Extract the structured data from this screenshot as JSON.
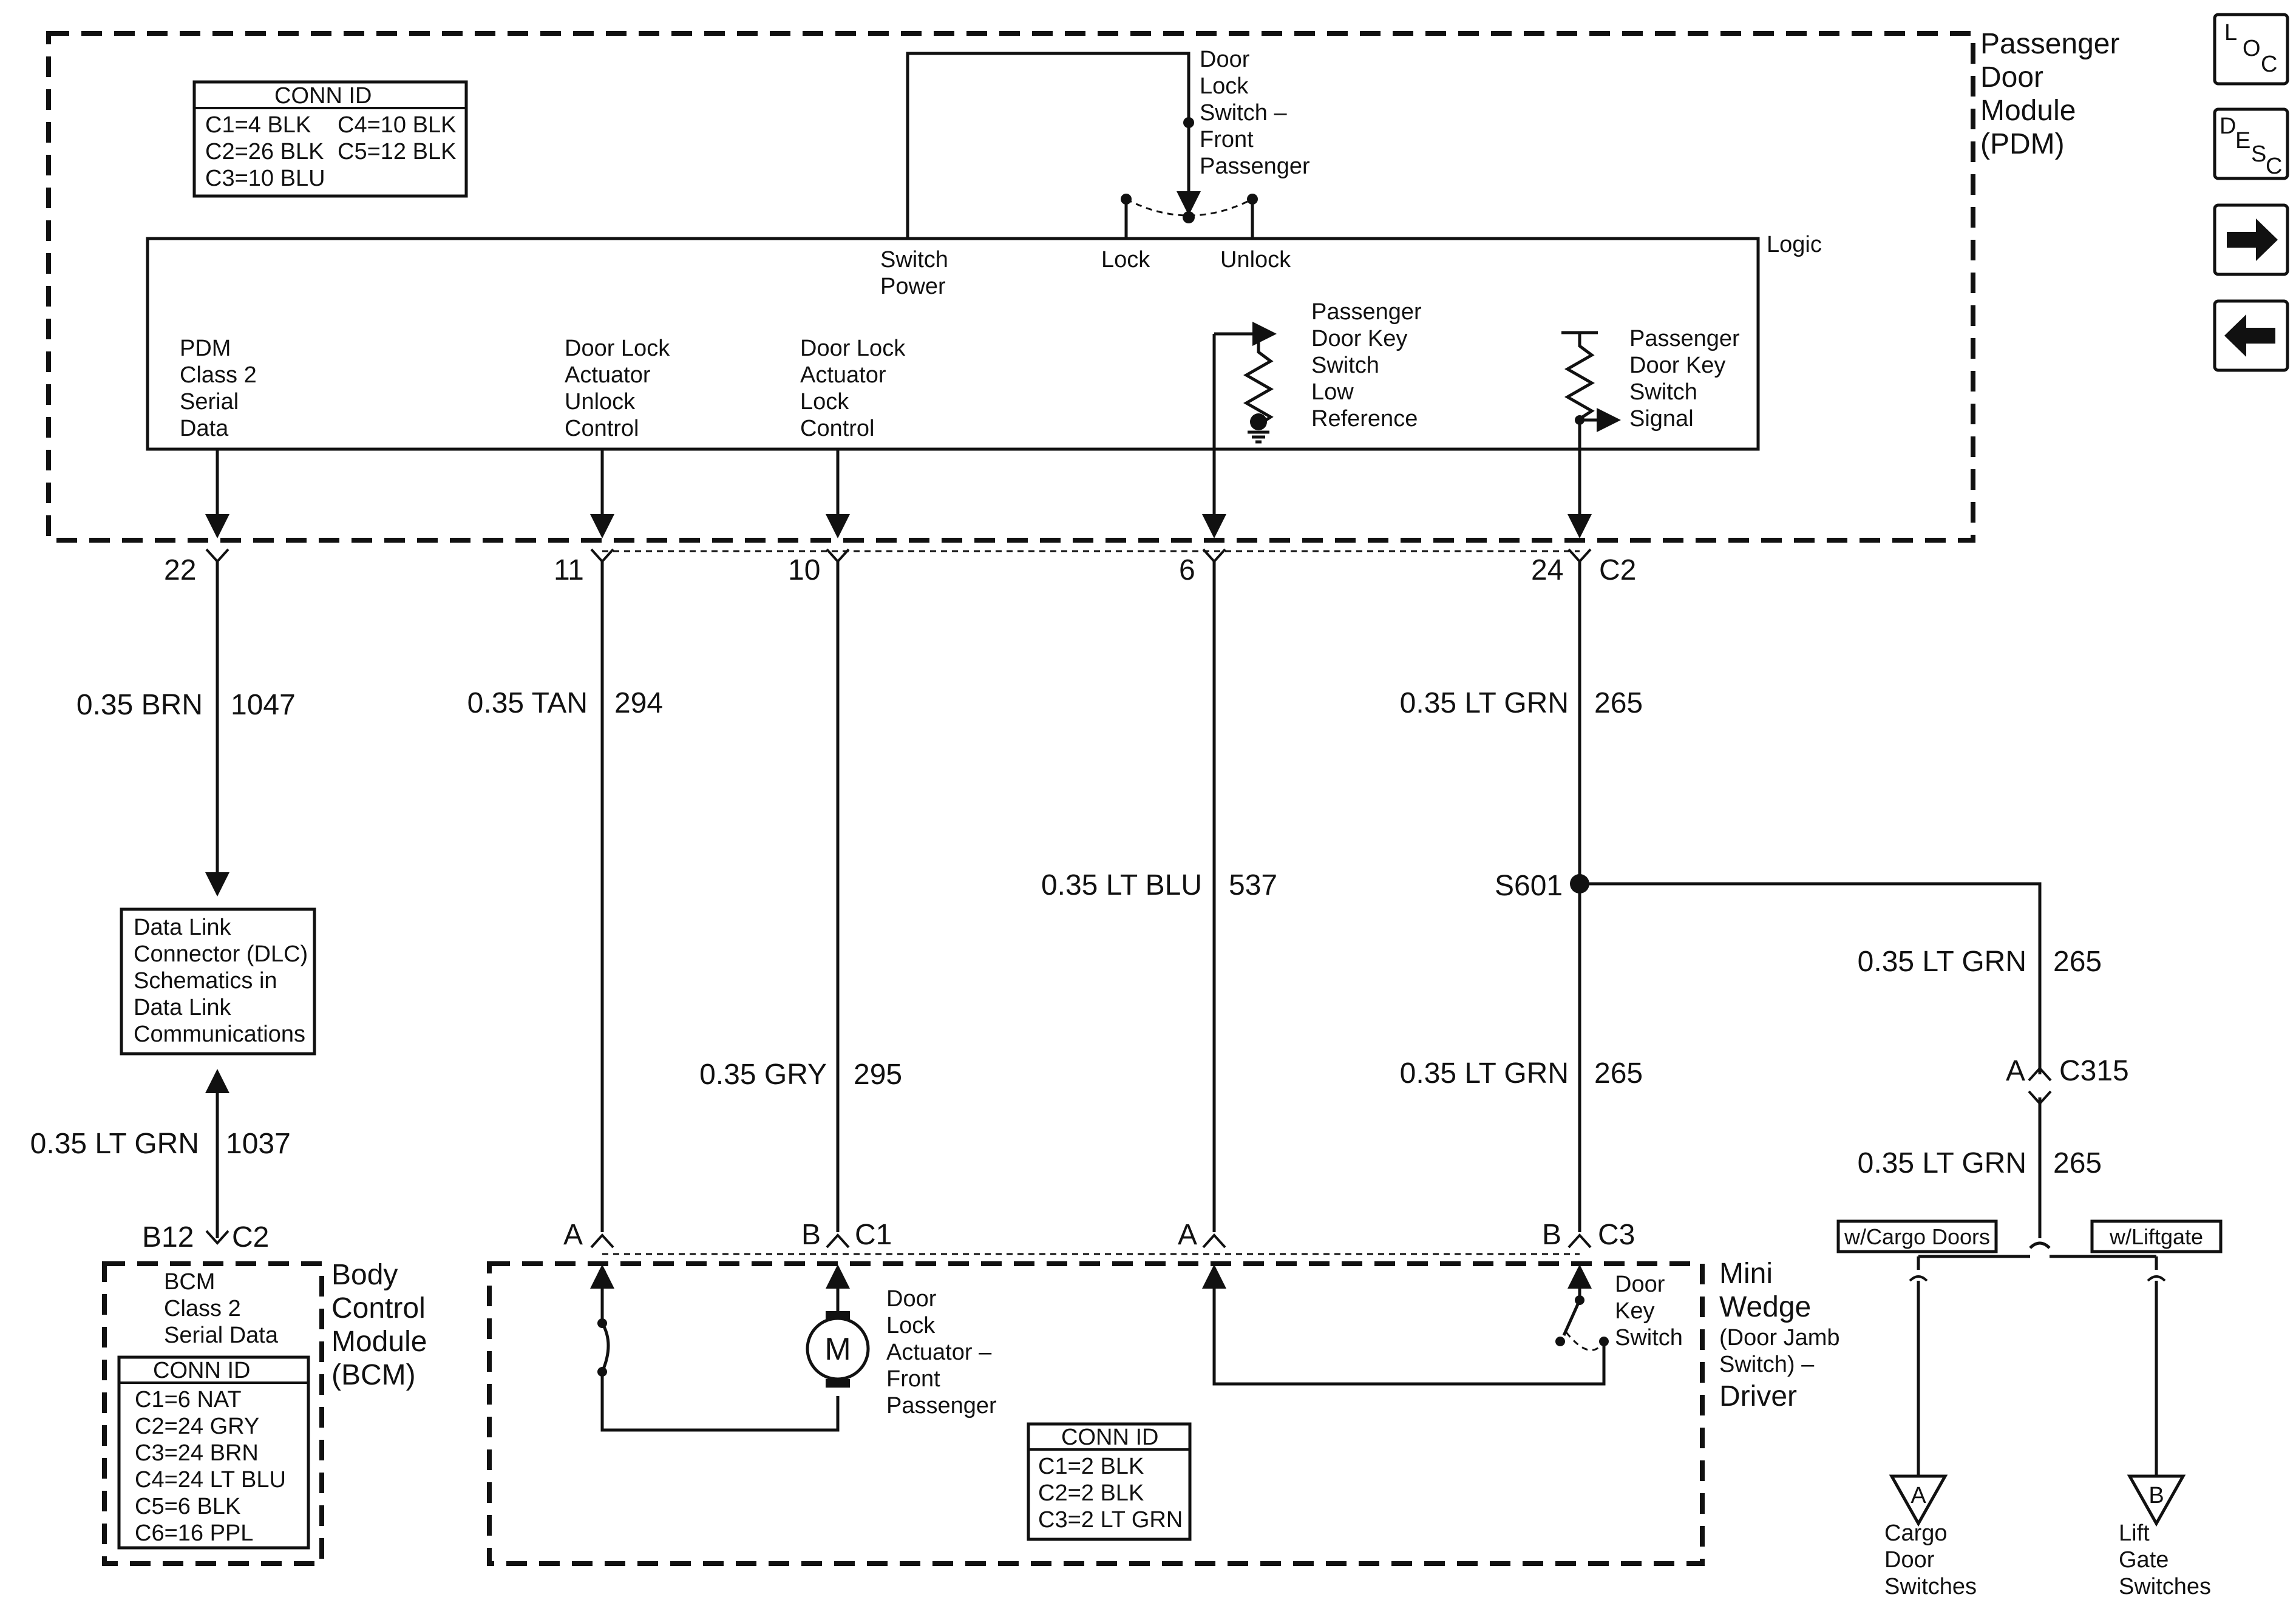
{
  "pdm": {
    "title": [
      "Passenger",
      "Door",
      "Module",
      "(PDM)"
    ],
    "conn_id": {
      "title": "CONN ID",
      "rows": [
        [
          "C1=4 BLK",
          "C4=10 BLK"
        ],
        [
          "C2=26 BLK",
          "C5=12 BLK"
        ],
        [
          "C3=10 BLU",
          ""
        ]
      ]
    },
    "logic": "Logic",
    "door_lock_switch": [
      "Door",
      "Lock",
      "Switch –",
      "Front",
      "Passenger"
    ],
    "switch_power": [
      "Switch",
      "Power"
    ],
    "lock": "Lock",
    "unlock": "Unlock",
    "pins": {
      "serial_data": [
        "PDM",
        "Class 2",
        "Serial",
        "Data"
      ],
      "unlock_control": [
        "Door Lock",
        "Actuator",
        "Unlock",
        "Control"
      ],
      "lock_control": [
        "Door Lock",
        "Actuator",
        "Lock",
        "Control"
      ],
      "key_low_ref": [
        "Passenger",
        "Door Key",
        "Switch",
        "Low",
        "Reference"
      ],
      "key_signal": [
        "Passenger",
        "Door Key",
        "Switch",
        "Signal"
      ]
    }
  },
  "connector_c2": {
    "pins": [
      "22",
      "11",
      "10",
      "6",
      "24"
    ],
    "label": "C2"
  },
  "wires": {
    "w1047": {
      "gauge_color": "0.35 BRN",
      "circuit": "1047"
    },
    "w294": {
      "gauge_color": "0.35 TAN",
      "circuit": "294"
    },
    "w295": {
      "gauge_color": "0.35 GRY",
      "circuit": "295"
    },
    "w537": {
      "gauge_color": "0.35 LT BLU",
      "circuit": "537"
    },
    "w265_top": {
      "gauge_color": "0.35 LT GRN",
      "circuit": "265"
    },
    "w265_mid": {
      "gauge_color": "0.35 LT GRN",
      "circuit": "265"
    },
    "w265_right": {
      "gauge_color": "0.35 LT GRN",
      "circuit": "265"
    },
    "w265_low": {
      "gauge_color": "0.35 LT GRN",
      "circuit": "265"
    },
    "w1037": {
      "gauge_color": "0.35 LT GRN",
      "circuit": "1037"
    }
  },
  "splice": "S601",
  "dlc": [
    "Data Link",
    "Connector (DLC)",
    "Schematics in",
    "Data Link",
    "Communications"
  ],
  "bcm": {
    "title": [
      "Body",
      "Control",
      "Module",
      "(BCM)"
    ],
    "pin": "B12",
    "conn": "C2",
    "text": [
      "BCM",
      "Class 2",
      "Serial Data"
    ],
    "conn_id": {
      "title": "CONN ID",
      "rows": [
        "C1=6 NAT",
        "C2=24 GRY",
        "C3=24 BRN",
        "C4=24 LT BLU",
        "C5=6 BLK",
        "C6=16 PPL"
      ]
    }
  },
  "mini_wedge": {
    "title": [
      "Mini",
      "Wedge"
    ],
    "subtitle": [
      "(Door Jamb",
      "Switch) –"
    ],
    "driver": "Driver",
    "c1": {
      "pin_a": "A",
      "pin_b": "B",
      "label": "C1"
    },
    "c3": {
      "pin_a": "A",
      "pin_b": "B",
      "label": "C3"
    },
    "actuator": [
      "Door",
      "Lock",
      "Actuator –",
      "Front",
      "Passenger"
    ],
    "motor": "M",
    "key_switch": [
      "Door",
      "Key",
      "Switch"
    ],
    "conn_id": {
      "title": "CONN ID",
      "rows": [
        "C1=2 BLK",
        "C2=2 BLK",
        "C3=2 LT GRN"
      ]
    }
  },
  "c315": {
    "pin": "A",
    "label": "C315"
  },
  "options": {
    "cargo": "w/Cargo Doors",
    "liftgate": "w/Liftgate"
  },
  "offpage": {
    "a": {
      "letter": "A",
      "label": [
        "Cargo",
        "Door",
        "Switches"
      ]
    },
    "b": {
      "letter": "B",
      "label": [
        "Lift",
        "Gate",
        "Switches"
      ]
    }
  },
  "nav": {
    "loc": [
      "L",
      "O",
      "C"
    ],
    "desc": [
      "D",
      "E",
      "S",
      "C"
    ],
    "next": "next-arrow-icon",
    "prev": "prev-arrow-icon"
  }
}
